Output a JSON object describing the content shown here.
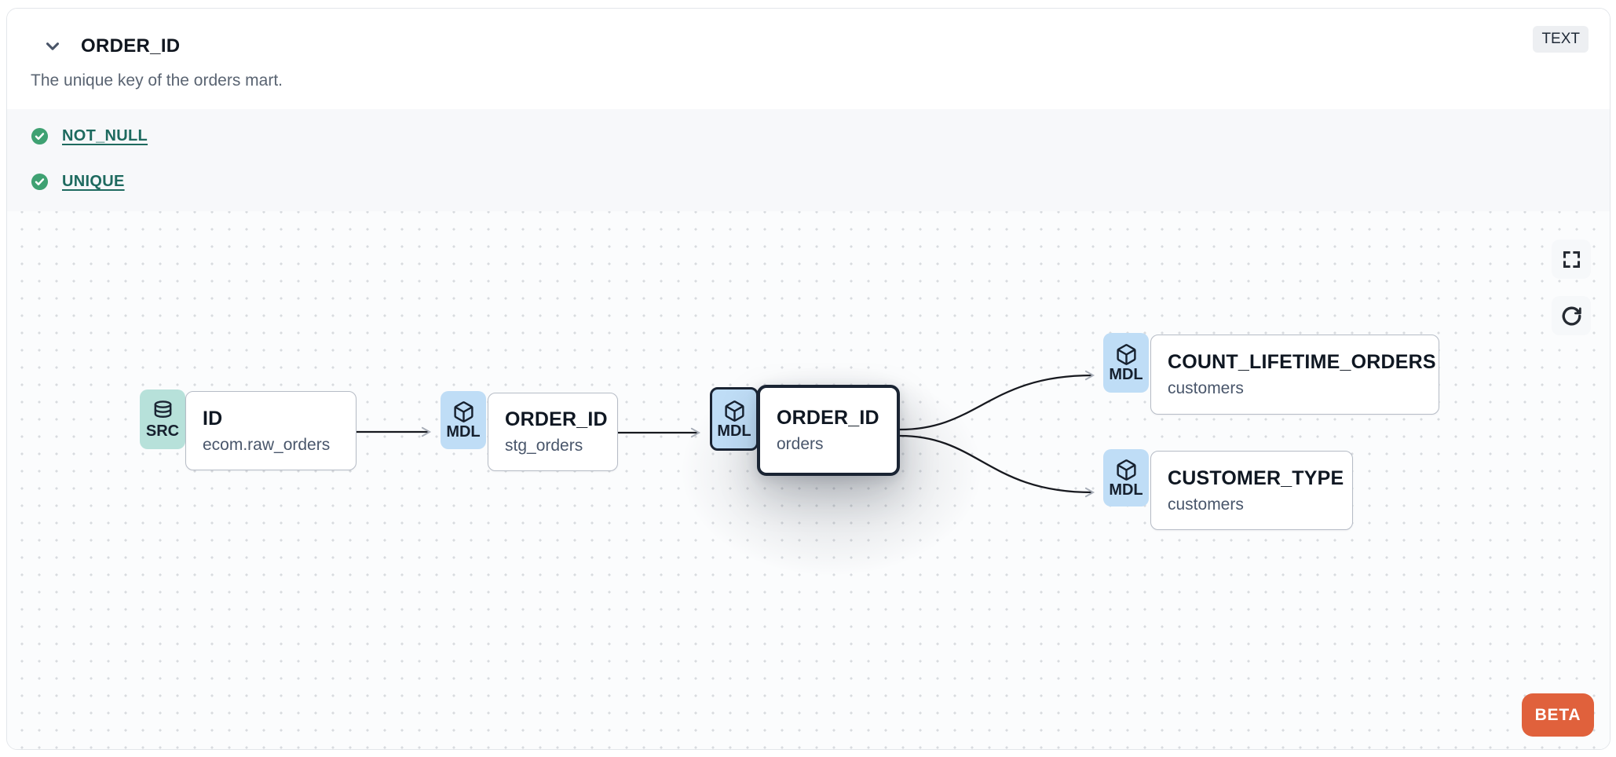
{
  "panel": {
    "title": "ORDER_ID",
    "type_badge": "TEXT",
    "description": "The unique key of the orders mart.",
    "tests": [
      {
        "label": "NOT_NULL",
        "status": "pass"
      },
      {
        "label": "UNIQUE",
        "status": "pass"
      }
    ]
  },
  "lineage": {
    "nodes": [
      {
        "badge": "SRC",
        "icon": "database-icon",
        "title": "ID",
        "subtitle": "ecom.raw_orders",
        "selected": false
      },
      {
        "badge": "MDL",
        "icon": "cube-icon",
        "title": "ORDER_ID",
        "subtitle": "stg_orders",
        "selected": false
      },
      {
        "badge": "MDL",
        "icon": "cube-icon",
        "title": "ORDER_ID",
        "subtitle": "orders",
        "selected": true
      },
      {
        "badge": "MDL",
        "icon": "cube-icon",
        "title": "COUNT_LIFETIME_ORDERS",
        "subtitle": "customers",
        "selected": false
      },
      {
        "badge": "MDL",
        "icon": "cube-icon",
        "title": "CUSTOMER_TYPE",
        "subtitle": "customers",
        "selected": false
      }
    ],
    "edges": [
      {
        "from": "ID (ecom.raw_orders)",
        "to": "ORDER_ID (stg_orders)"
      },
      {
        "from": "ORDER_ID (stg_orders)",
        "to": "ORDER_ID (orders)"
      },
      {
        "from": "ORDER_ID (orders)",
        "to": "COUNT_LIFETIME_ORDERS (customers)"
      },
      {
        "from": "ORDER_ID (orders)",
        "to": "CUSTOMER_TYPE (customers)"
      }
    ]
  },
  "controls": {
    "fullscreen": "fullscreen-icon",
    "refresh": "refresh-icon",
    "beta_label": "BETA"
  },
  "colors": {
    "beta_orange": "#e0613c",
    "src_badge_teal": "#b7e1da",
    "mdl_badge_blue": "#bfddf6",
    "test_pass_green": "#3fa172",
    "test_link_teal": "#1e6a5f",
    "edge_black": "#17191f",
    "arrowhead_gray": "#a8aeb8",
    "selected_border": "#1a2433",
    "tests_band_bg": "#f7f8fa",
    "canvas_bg": "#fbfcfd"
  }
}
